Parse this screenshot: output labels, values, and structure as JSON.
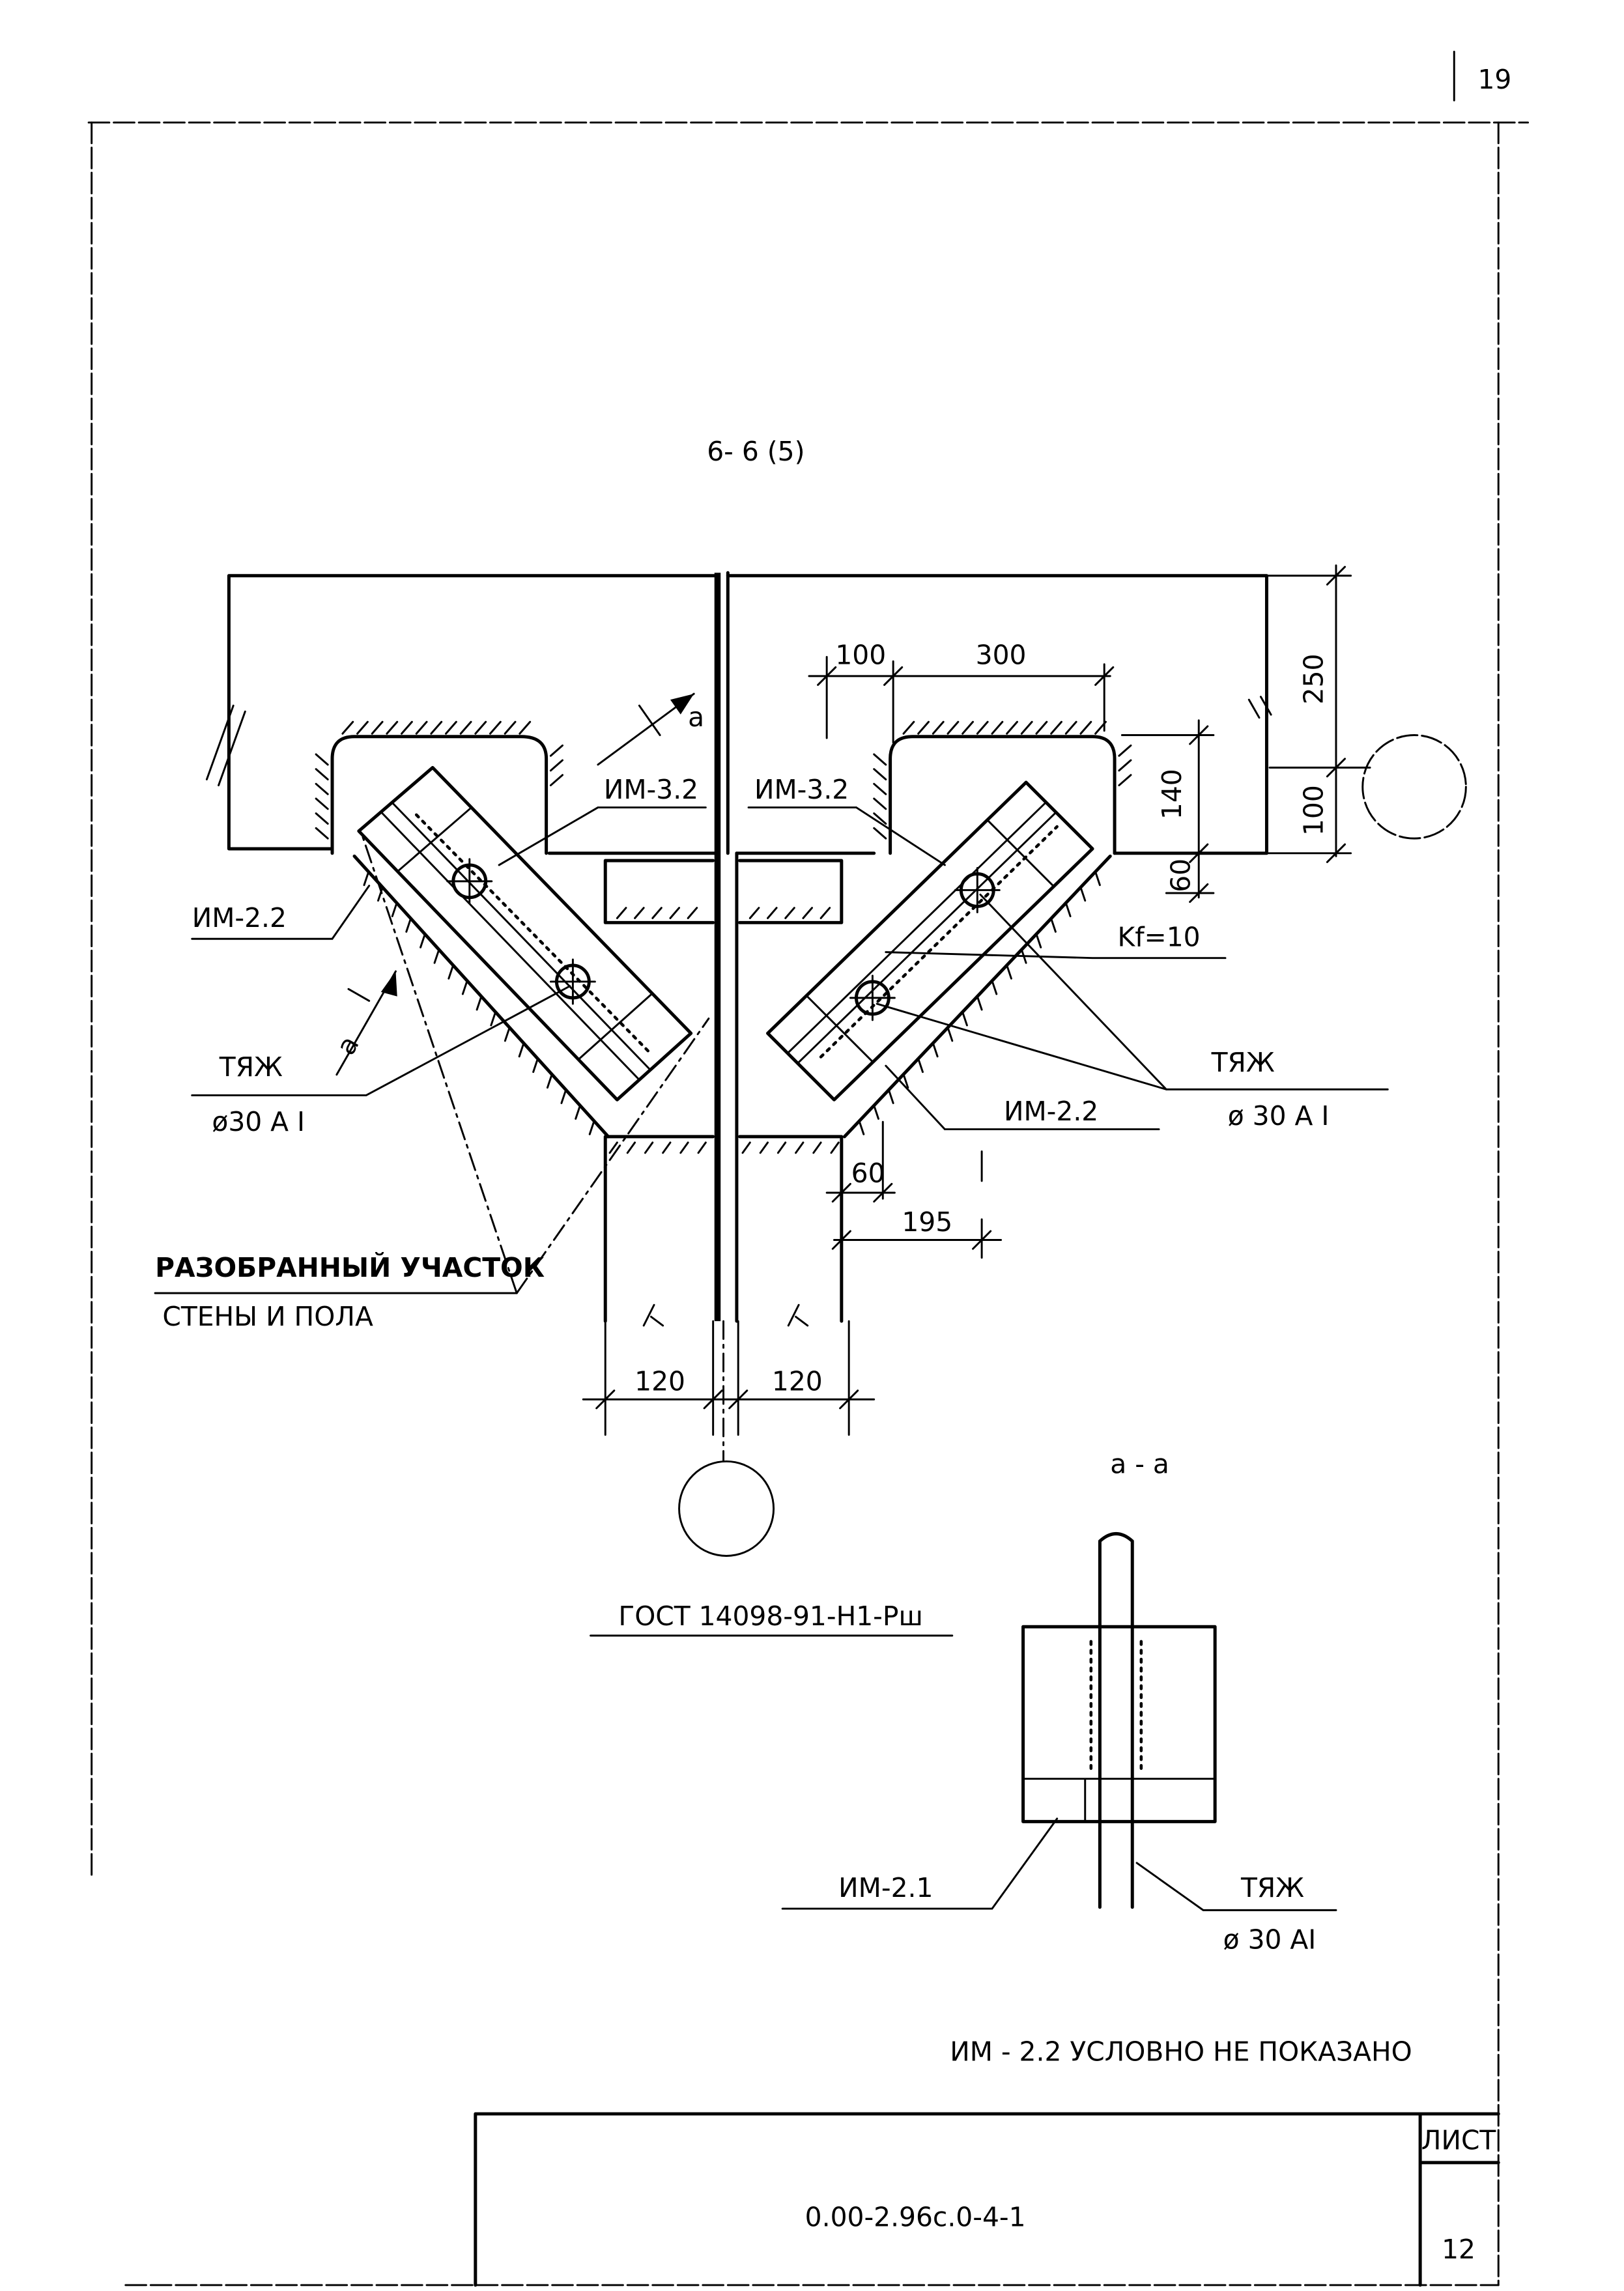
{
  "page_number": "19",
  "title": "6- 6 (5)",
  "dims": {
    "top_100": "100",
    "top_300": "300",
    "right_250": "250",
    "right_100": "100",
    "right_140": "140",
    "right_60": "60",
    "bottom_60": "60",
    "bottom_195": "195",
    "wall_120_left": "120",
    "wall_120_right": "120"
  },
  "section_marks": {
    "upper": "а",
    "lower": "а"
  },
  "labels": {
    "im32_left": "ИМ-3.2",
    "im32_right": "ИМ-3.2",
    "im22_left": "ИМ-2.2",
    "im22_right": "ИМ-2.2",
    "weld": "Kf=10",
    "tie_left_name": "ТЯЖ",
    "tie_left_spec": "ø30 A I",
    "tie_right_name": "ТЯЖ",
    "tie_right_spec": "ø 30 A I",
    "dismantled_line1": "РАЗОБРАННЫЙ УЧАСТОК",
    "dismantled_line2": "СТЕНЫ И ПОЛА",
    "gost": "ГОСТ 14098-91-Н1-Рш"
  },
  "section_aa": {
    "title": "а - а",
    "plate_label": "ИМ-2.1",
    "tie_name": "ТЯЖ",
    "tie_spec": "ø 30 AI"
  },
  "note": "ИМ - 2.2 УСЛОВНО НЕ ПОКАЗАНО",
  "title_block": {
    "doc_code": "0.00-2.96с.0-4-1",
    "sheet_label": "ЛИСТ",
    "sheet_number": "12"
  }
}
